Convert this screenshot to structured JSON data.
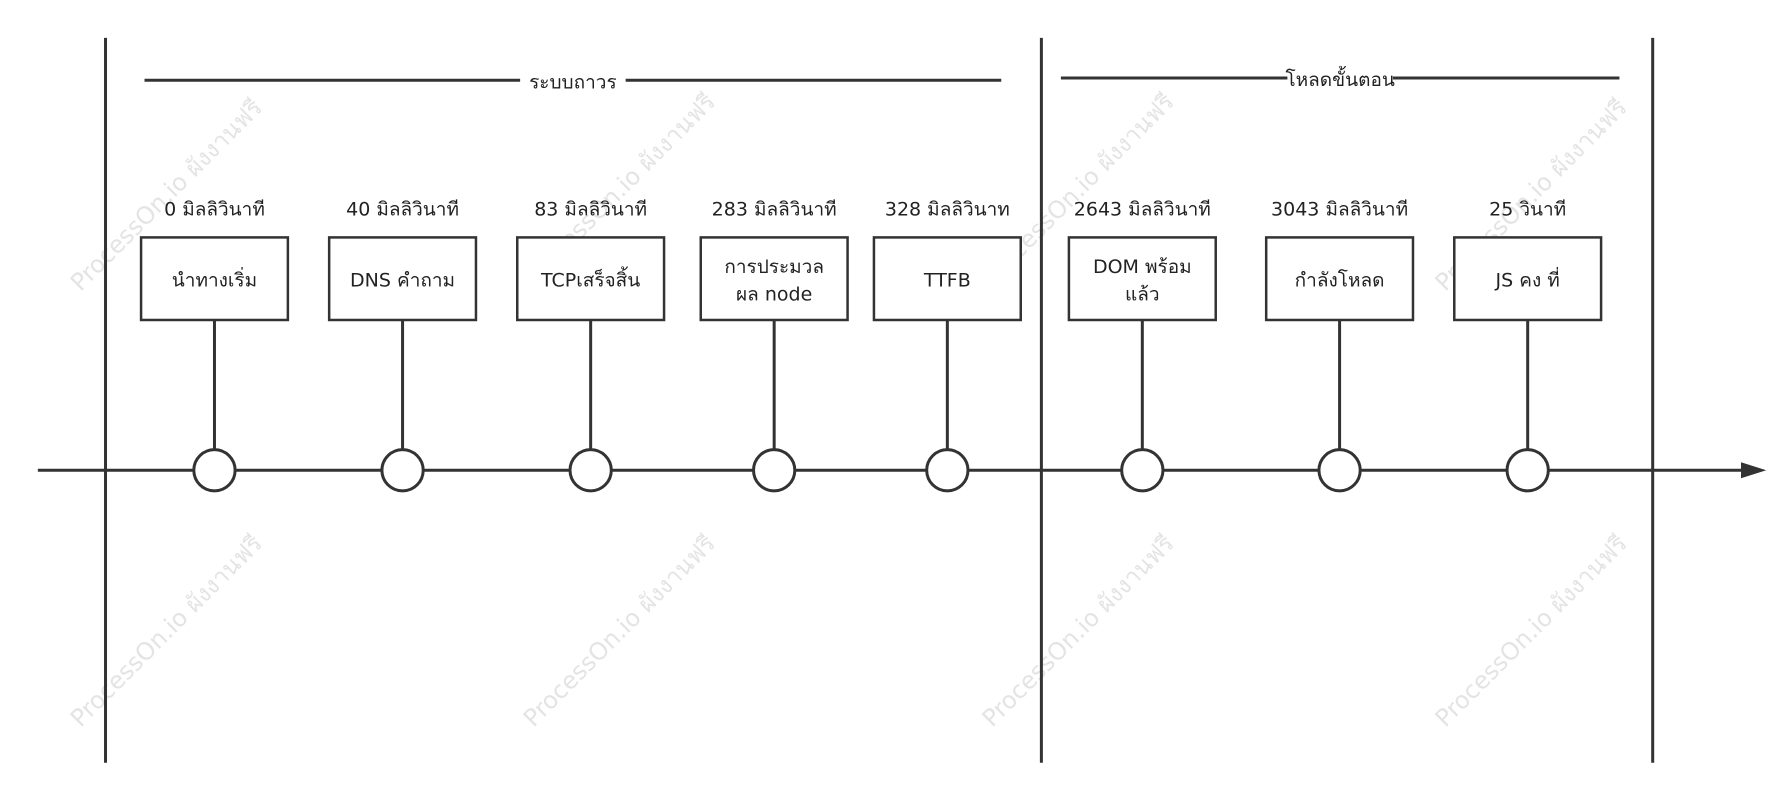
{
  "watermark": "ProcessOn.io ผังงานฟรี",
  "sections": [
    {
      "label": "ระบบถาวร"
    },
    {
      "label": "โหลดขั้นตอน"
    }
  ],
  "steps": [
    {
      "time": "0 มิลลิวินาที",
      "lines": [
        "นำทางเริ่ม"
      ]
    },
    {
      "time": "40 มิลลิวินาที",
      "lines": [
        "DNS คำถาม"
      ]
    },
    {
      "time": "83 มิลลิวินาที",
      "lines": [
        "TCPเสร็จสิ้น"
      ]
    },
    {
      "time": "283 มิลลิวินาที",
      "lines": [
        "การประมวล",
        "ผล node"
      ]
    },
    {
      "time": "328 มิลลิวินาท",
      "lines": [
        "TTFB"
      ]
    },
    {
      "time": "2643 มิลลิวินาที",
      "lines": [
        "DOM พร้อม",
        "แล้ว"
      ]
    },
    {
      "time": "3043 มิลลิวินาที",
      "lines": [
        "กำลังโหลด"
      ]
    },
    {
      "time": "25 วินาที",
      "lines": [
        "JS คง ที่"
      ]
    }
  ],
  "colors": {
    "stroke": "#333333",
    "text": "#222222",
    "watermark": "#e4e4e4",
    "background": "#ffffff"
  }
}
